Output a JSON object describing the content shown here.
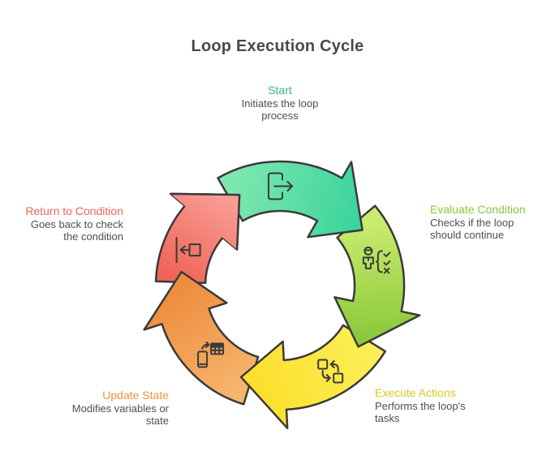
{
  "title": "Loop Execution Cycle",
  "diagram": {
    "type": "cycle",
    "direction": "clockwise",
    "outline_color": "#3a3a3a",
    "steps": [
      {
        "name": "start",
        "label": "Start",
        "description": "Initiates the loop process",
        "label_color": "#3bb87c",
        "fill_from": "#7de7b0",
        "fill_to": "#3cd49c",
        "icon": "start-icon",
        "tail_angle": -30,
        "tip_angle": 50
      },
      {
        "name": "evaluate-condition",
        "label": "Evaluate Condition",
        "description": "Checks if the loop should continue",
        "label_color": "#8cc63e",
        "fill_from": "#c9ec6f",
        "fill_to": "#8cc93c",
        "icon": "evaluate-condition-icon",
        "tail_angle": 50,
        "tip_angle": 122
      },
      {
        "name": "execute-actions",
        "label": "Execute Actions",
        "description": "Performs the loop's tasks",
        "label_color": "#e0c51d",
        "fill_from": "#fbee55",
        "fill_to": "#fcdf2b",
        "icon": "execute-actions-icon",
        "tail_angle": 122,
        "tip_angle": 197
      },
      {
        "name": "update-state",
        "label": "Update State",
        "description": "Modifies variables or state",
        "label_color": "#f09440",
        "fill_from": "#f7b46d",
        "fill_to": "#ee8c3c",
        "icon": "update-state-icon",
        "tail_angle": 197,
        "tip_angle": 272
      },
      {
        "name": "return-to-condition",
        "label": "Return to Condition",
        "description": "Goes back to check the condition",
        "label_color": "#f0655a",
        "fill_from": "#ef6557",
        "fill_to": "#f99d95",
        "icon": "return-to-condition-icon",
        "tail_angle": 272,
        "tip_angle": 330
      }
    ]
  }
}
